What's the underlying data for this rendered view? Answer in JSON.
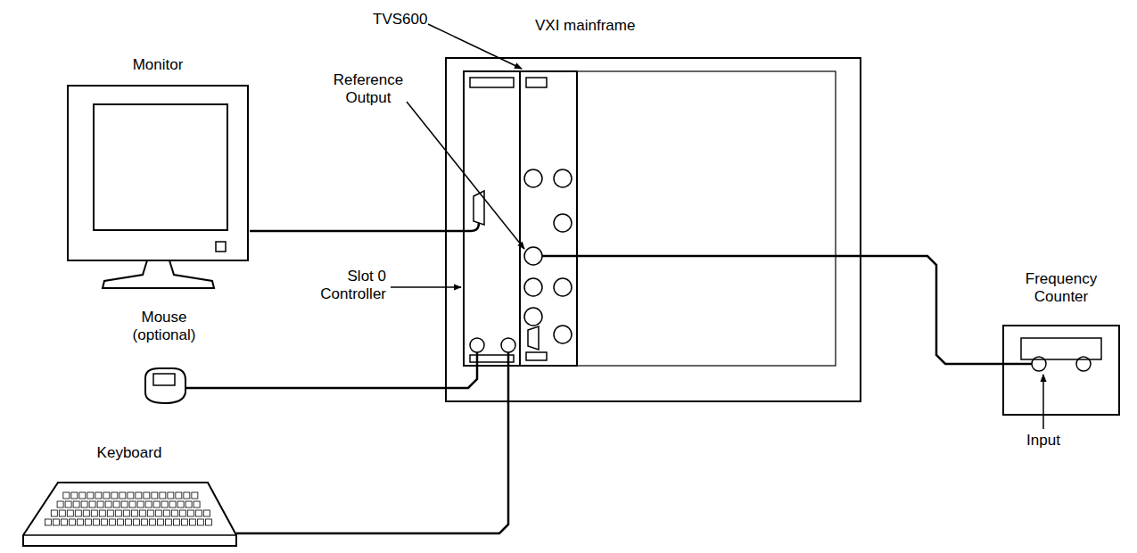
{
  "diagram": {
    "nodes": [
      {
        "text": [
          "Monitor"
        ]
      },
      {
        "text": [
          "VXI mainframe"
        ]
      },
      {
        "text": [
          "Slot 0 Controller"
        ],
        "in": 1
      },
      {
        "text": [
          "TVS600"
        ],
        "in": 1
      },
      {
        "text": [
          "Mouse (optional)"
        ]
      },
      {
        "text": [
          "Keyboard"
        ]
      },
      {
        "text": [
          "Frequency Counter"
        ]
      }
    ],
    "edges": [
      {
        "from": 0,
        "to": 2,
        "arrow": "none"
      },
      {
        "from": 4,
        "to": 2,
        "arrow": "none"
      },
      {
        "from": 5,
        "to": 2,
        "arrow": "none"
      },
      {
        "from": 3,
        "to": 6,
        "arrow": "none"
      }
    ],
    "labels": [
      "Reference Output",
      "Input"
    ]
  }
}
